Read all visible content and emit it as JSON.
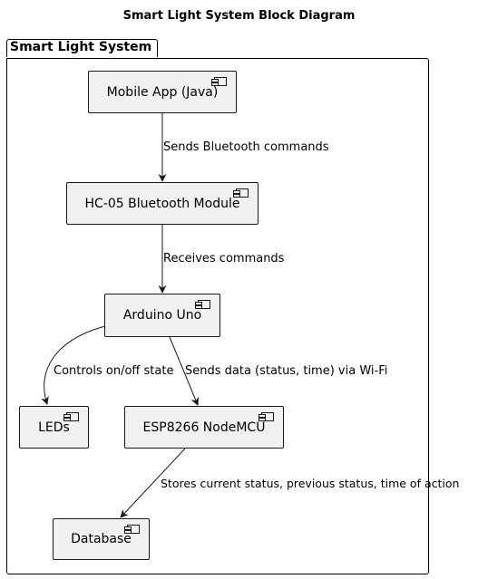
{
  "title": "Smart Light System Block Diagram",
  "package": {
    "label": "Smart Light System"
  },
  "components": {
    "mobile_app": "Mobile App (Java)",
    "bluetooth": "HC-05 Bluetooth Module",
    "arduino": "Arduino Uno",
    "leds": "LEDs",
    "esp": "ESP8266 NodeMCU",
    "database": "Database"
  },
  "edges": {
    "app_to_bt": "Sends Bluetooth commands",
    "bt_to_arduino": "Receives commands",
    "arduino_to_leds": "Controls on/off state",
    "arduino_to_esp": "Sends data (status, time) via Wi-Fi",
    "esp_to_db": "Stores current status, previous status, time of action"
  }
}
